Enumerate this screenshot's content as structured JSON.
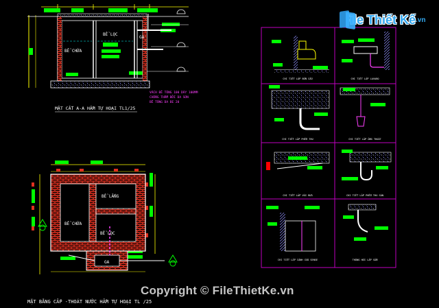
{
  "watermark": {
    "logo_text": "File Thiết Kế",
    "logo_domain": ".vn",
    "copyright": "Copyright © FileThietKe.vn"
  },
  "section_view": {
    "title": "MẶT CẮT A-A HẦM TỰ HOẠI TL1/25",
    "rooms": [
      "BỂ CHỨA",
      "BỂ LỌC",
      "GA"
    ],
    "note": [
      "VÁCH BÊ TÔNG 100 DÀY 100MM",
      "CHỐNG THẤM BỞI DA SƠN",
      "BÊ TÔNG DA BE 20"
    ]
  },
  "plan_view": {
    "title": "MẶT BẰNG CẤP -THOÁT NƯỚC  HẦM TỰ HOẠI TL /25",
    "rooms": [
      "BỂ LẮNG",
      "BỂ CHỨA",
      "BỂ LỌC",
      "GA"
    ]
  },
  "details_panel": {
    "captions": [
      "CHI TIẾT LẮP BỒN CẦU",
      "CHI TIẾT LẮP LAVABO",
      "CHI TIẾT LẮP PHỄU THU",
      "CHI TIẾT LẮP ỐNG THOÁT",
      "CHI TIẾT LẮP VÒI RỬA",
      "CHI TIẾT LẮP PHỄU THU SÀN",
      "CHI TIẾT LẮP CÁNH CỬA SENSE",
      "THÔNG HƠI LẮP SẴN"
    ]
  },
  "colors": {
    "background": "#000000",
    "wall_outline": "#ffffff",
    "brick": "#e03020",
    "dimension": "#ffff00",
    "label": "#00ff00",
    "panel_border": "#c000c0",
    "pipe": "#c000c0",
    "hatch": "#9090ff"
  }
}
